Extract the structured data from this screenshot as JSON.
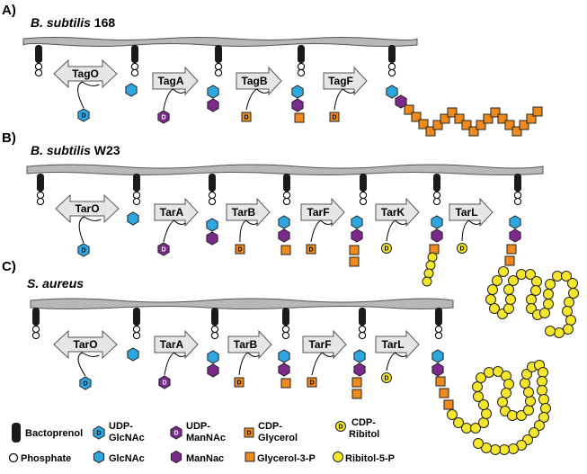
{
  "colors": {
    "glcnac": "#2ea6e0",
    "mannac": "#7b2a8c",
    "glycerol": "#f08a1c",
    "ribitol": "#f6e62b",
    "bactoprenol": "#1a1a1a",
    "membrane": "#b8b8b8",
    "arrow": "#e6e6e6"
  },
  "panels": [
    {
      "letter": "A)",
      "title_italic": "B. subtilis",
      "title_normal": " 168",
      "enzymes": [
        "TagO",
        "TagA",
        "TagB",
        "TagF"
      ]
    },
    {
      "letter": "B)",
      "title_italic": "B. subtilis",
      "title_normal": " W23",
      "enzymes": [
        "TarO",
        "TarA",
        "TarB",
        "TarF",
        "TarK",
        "TarL"
      ]
    },
    {
      "letter": "C)",
      "title_italic": "S. aureus",
      "title_normal": "",
      "enzymes": [
        "TarO",
        "TarA",
        "TarB",
        "TarF",
        "TarL"
      ]
    }
  ],
  "donor_mark": "D",
  "legend": {
    "bactoprenol": "Bactoprenol",
    "phosphate": "Phosphate",
    "udp_glcnac": [
      "UDP-",
      "GlcNAc"
    ],
    "glcnac": "GlcNAc",
    "udp_mannac": [
      "UDP-",
      "ManNAc"
    ],
    "mannac": "ManNac",
    "cdp_glycerol": [
      "CDP-",
      "Glycerol"
    ],
    "glycerol_3p": "Glycerol-3-P",
    "cdp_ribitol": [
      "CDP-",
      "Ribitol"
    ],
    "ribitol_5p": "Ribitol-5-P"
  }
}
